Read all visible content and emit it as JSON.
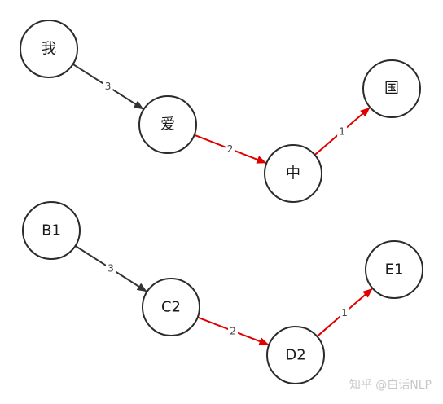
{
  "diagram": {
    "colors": {
      "dark_edge": "#333333",
      "highlight_edge": "#e00000",
      "node_stroke": "#2b2b2b"
    },
    "nodes": [
      {
        "id": "n-wo",
        "label": "我"
      },
      {
        "id": "n-ai",
        "label": "爱"
      },
      {
        "id": "n-zhong",
        "label": "中"
      },
      {
        "id": "n-guo",
        "label": "国"
      },
      {
        "id": "n-b1",
        "label": "B1"
      },
      {
        "id": "n-c2",
        "label": "C2"
      },
      {
        "id": "n-d2",
        "label": "D2"
      },
      {
        "id": "n-e1",
        "label": "E1"
      }
    ],
    "edges": [
      {
        "from": "n-wo",
        "to": "n-ai",
        "label": "3",
        "style": "dark"
      },
      {
        "from": "n-ai",
        "to": "n-zhong",
        "label": "2",
        "style": "highlight"
      },
      {
        "from": "n-zhong",
        "to": "n-guo",
        "label": "1",
        "style": "highlight"
      },
      {
        "from": "n-b1",
        "to": "n-c2",
        "label": "3",
        "style": "dark"
      },
      {
        "from": "n-c2",
        "to": "n-d2",
        "label": "2",
        "style": "highlight"
      },
      {
        "from": "n-d2",
        "to": "n-e1",
        "label": "1",
        "style": "highlight"
      }
    ]
  },
  "watermark": "知乎 @白话NLP"
}
